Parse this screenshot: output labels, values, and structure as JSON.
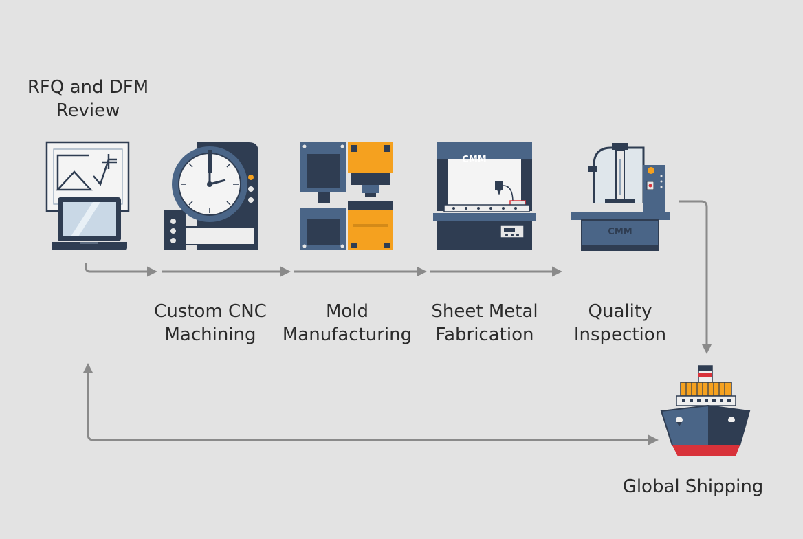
{
  "steps": {
    "rfq": {
      "line1": "RFQ and DFM",
      "line2": "Review"
    },
    "cnc": {
      "line1": "Custom CNC",
      "line2": "Machining"
    },
    "mold": {
      "line1": "Mold",
      "line2": "Manufacturing"
    },
    "sheet": {
      "line1": "Sheet Metal",
      "line2": "Fabrication"
    },
    "quality": {
      "line1": "Quality",
      "line2": "Inspection"
    },
    "shipping": {
      "line1": "Global Shipping"
    }
  },
  "machine_text": {
    "sheet_metal_logo": "CMM",
    "inspection_logo": "CMM"
  },
  "colors": {
    "background": "#e3e3e3",
    "steel_blue": "#4a6587",
    "dark_navy": "#2f3d52",
    "accent_orange": "#f5a11f",
    "arrow_gray": "#8a8a8a",
    "hull_red": "#d8323a"
  }
}
